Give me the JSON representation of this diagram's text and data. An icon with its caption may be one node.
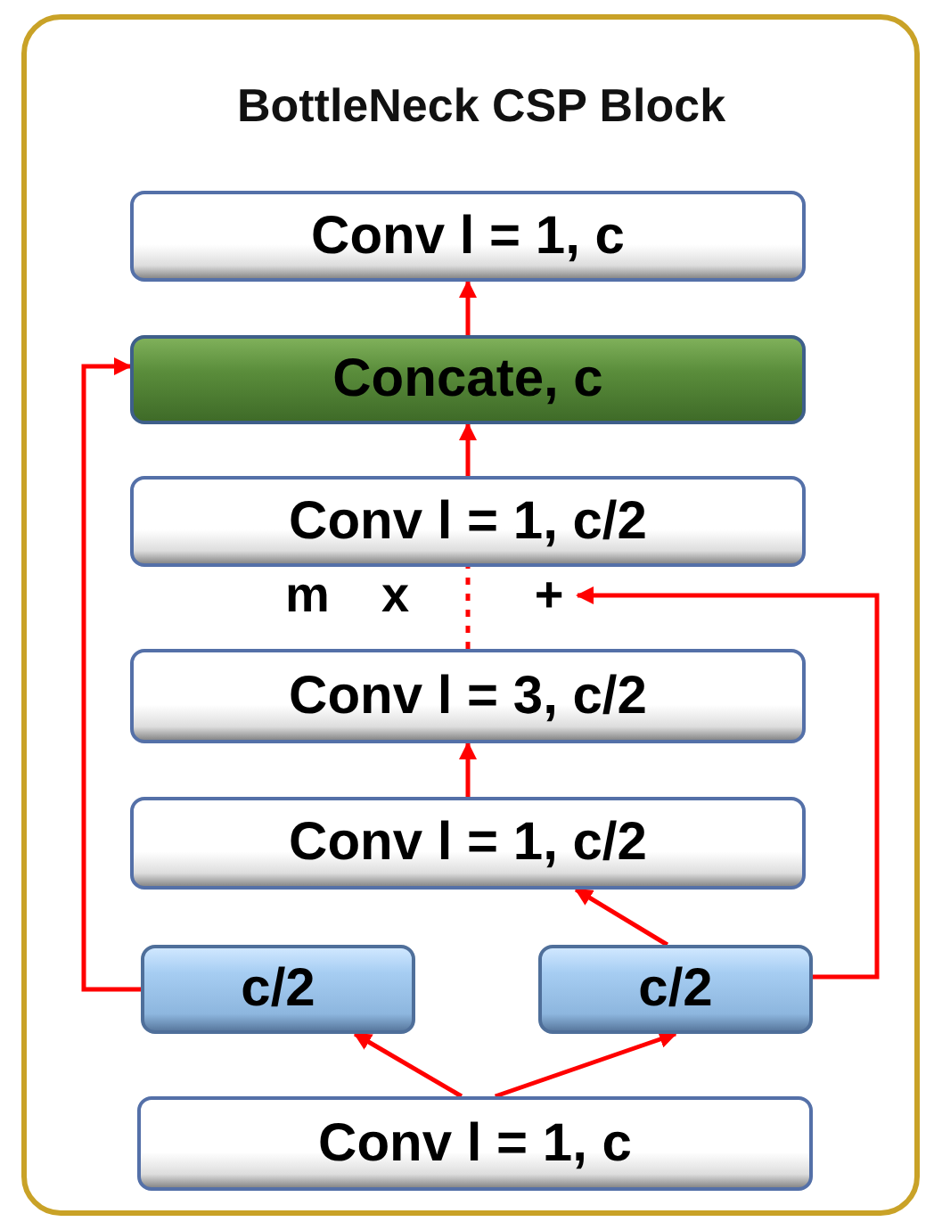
{
  "diagram": {
    "title": "BottleNeck CSP Block",
    "nodes": [
      {
        "text": [
          "Conv l = 1, c"
        ]
      },
      {
        "text": [
          "Concate, c"
        ]
      },
      {
        "text": [
          "Conv l = 1, c/2"
        ]
      },
      {
        "text": [
          "+"
        ]
      },
      {
        "text": [
          "Conv l = 3, c/2"
        ]
      },
      {
        "text": [
          "Conv l = 1, c/2"
        ]
      },
      {
        "text": [
          "c/2"
        ]
      },
      {
        "text": [
          "c/2"
        ]
      },
      {
        "text": [
          "Conv l = 1, c"
        ]
      }
    ],
    "edges": [
      {
        "from": 1,
        "to": 0,
        "arrow": "to"
      },
      {
        "from": 2,
        "to": 1,
        "arrow": "to"
      },
      {
        "from": 4,
        "to": 2,
        "arrow": "none",
        "style": "dashed"
      },
      {
        "from": 5,
        "to": 4,
        "arrow": "to"
      },
      {
        "from": 7,
        "to": 5,
        "arrow": "to"
      },
      {
        "from": 8,
        "to": 6,
        "arrow": "to"
      },
      {
        "from": 8,
        "to": 7,
        "arrow": "to"
      },
      {
        "from": 6,
        "to": 1,
        "arrow": "to"
      },
      {
        "from": 7,
        "to": 3,
        "arrow": "to"
      }
    ],
    "labels": [
      "m",
      "x"
    ]
  }
}
